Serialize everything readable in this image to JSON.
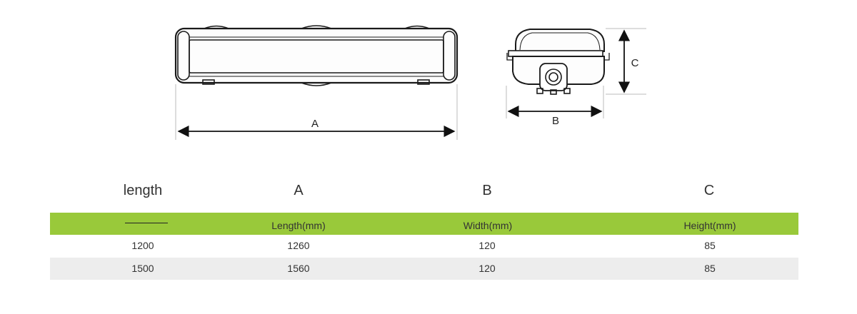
{
  "dimension_labels": {
    "a": "A",
    "b": "B",
    "c": "C"
  },
  "table": {
    "col_headers": [
      "length",
      "A",
      "B",
      "C"
    ],
    "units": [
      "",
      "Length(mm)",
      "Width(mm)",
      "Height(mm)"
    ],
    "rows": [
      [
        "1200",
        "1260",
        "120",
        "85"
      ],
      [
        "1500",
        "1560",
        "120",
        "85"
      ]
    ]
  },
  "colors": {
    "header_band": "#99c93a",
    "stripe": "#ededed",
    "line": "#222222"
  }
}
